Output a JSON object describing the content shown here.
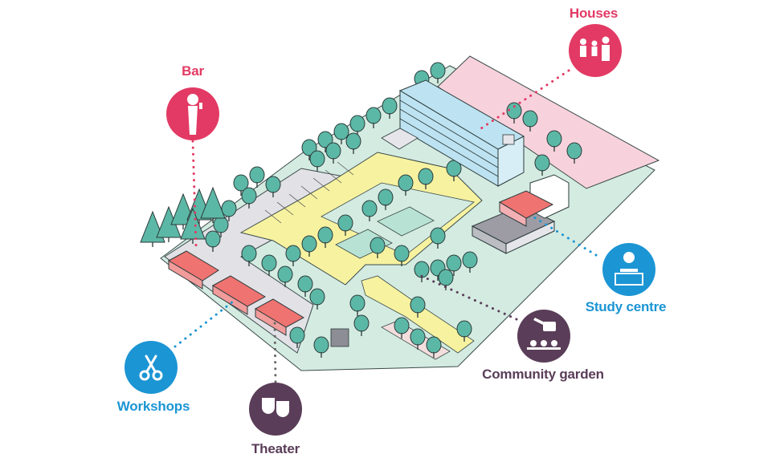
{
  "labels": {
    "bar": "Bar",
    "houses": "Houses",
    "study_centre": "Study centre",
    "community_garden": "Community garden",
    "workshops": "Workshops",
    "theater": "Theater"
  },
  "icons": {
    "bar": "woman-with-drink-icon",
    "houses": "family-icon",
    "study_centre": "person-at-laptop-icon",
    "community_garden": "watering-can-icon",
    "workshops": "scissors-icon",
    "theater": "theater-masks-icon"
  },
  "colors": {
    "pink": "#e23a64",
    "blue": "#1b95d4",
    "purple": "#5a3d58",
    "grey": "#666666",
    "tree": "#5cb8a6",
    "paving": "#f7f2a0",
    "lawn": "#d4ebe1",
    "roof_red": "#ef7371",
    "building_blue": "#bde3f2",
    "houses_zone": "#f7d2dc"
  }
}
